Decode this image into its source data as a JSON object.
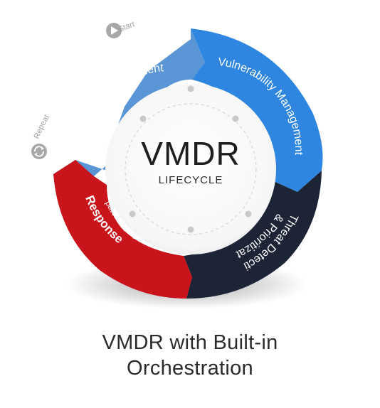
{
  "center": {
    "title": "VMDR",
    "subtitle": "LIFECYCLE"
  },
  "start_label": "Start",
  "repeat_label": "Repeat",
  "segments": {
    "asset_management": {
      "label": "Asset Management",
      "color": "#5a95d6"
    },
    "vulnerability_management": {
      "label": "Vulnerability Management",
      "color": "#2f86e0"
    },
    "threat_detection": {
      "label_line1": "Threat Detection",
      "label_line2": "& Prioritization",
      "color": "#1c2436"
    },
    "response": {
      "label": "Response",
      "sublabel": "patch deployment",
      "color": "#c8141a"
    }
  },
  "icons": {
    "start": "play-icon",
    "repeat": "refresh-icon"
  },
  "caption": {
    "line1": "VMDR with Built-in",
    "line2": "Orchestration"
  }
}
